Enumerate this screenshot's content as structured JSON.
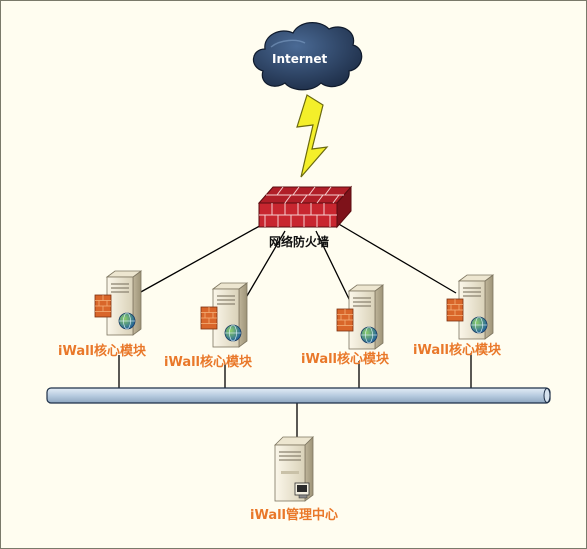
{
  "internet": {
    "label": "Internet"
  },
  "firewall": {
    "label": "网络防火墙"
  },
  "core_modules": [
    {
      "label": "iWall核心模块"
    },
    {
      "label": "iWall核心模块"
    },
    {
      "label": "iWall核心模块"
    },
    {
      "label": "iWall核心模块"
    }
  ],
  "management": {
    "label": "iWall管理中心"
  },
  "colors": {
    "background": "#fffdf0",
    "cloud": "#2a3f5e",
    "lightning": "#f4ef2a",
    "firewall": "#c0232c",
    "bus": "#b8cce0",
    "label_orange": "#e9782a"
  },
  "icons": {
    "cloud": "cloud-icon",
    "lightning": "lightning-icon",
    "firewall": "firewall-icon",
    "server": "server-icon",
    "management": "management-server-icon"
  }
}
